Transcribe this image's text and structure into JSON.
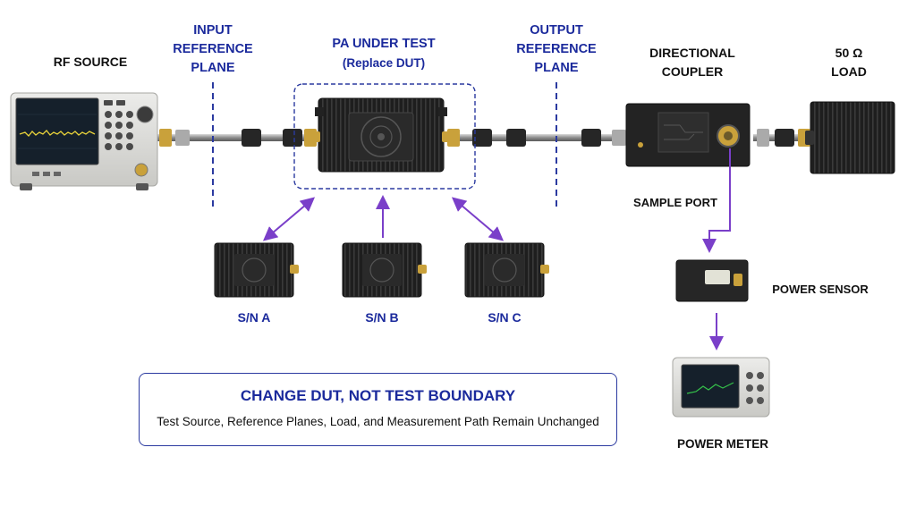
{
  "labels": {
    "rf_source": "RF SOURCE",
    "input_ref_plane": "INPUT\nREFERENCE\nPLANE",
    "pa_under_test": "PA UNDER TEST",
    "replace_dut": "(Replace DUT)",
    "output_ref_plane": "OUTPUT\nREFERENCE\nPLANE",
    "directional_coupler": "DIRECTIONAL\nCOUPLER",
    "load": "50 Ω\nLOAD",
    "sample_port": "SAMPLE PORT",
    "power_sensor": "POWER SENSOR",
    "power_meter": "POWER METER"
  },
  "duts": [
    {
      "label": "S/N A"
    },
    {
      "label": "S/N B"
    },
    {
      "label": "S/N C"
    }
  ],
  "callout": {
    "title": "CHANGE DUT, NOT TEST BOUNDARY",
    "subtitle": "Test Source, Reference Planes, Load, and Measurement Path Remain Unchanged"
  },
  "colors": {
    "accent_blue": "#1b2a9c",
    "arrow_purple": "#7a3fc9",
    "device_black": "#1c1c1c",
    "instrument_gray": "#d9d9d6",
    "screen_dark": "#15202b",
    "trace_yellow": "#e8d23a",
    "trace_green": "#35c24a",
    "cable_gray": "#9a9a9a",
    "connector_gold": "#c9a13b"
  }
}
